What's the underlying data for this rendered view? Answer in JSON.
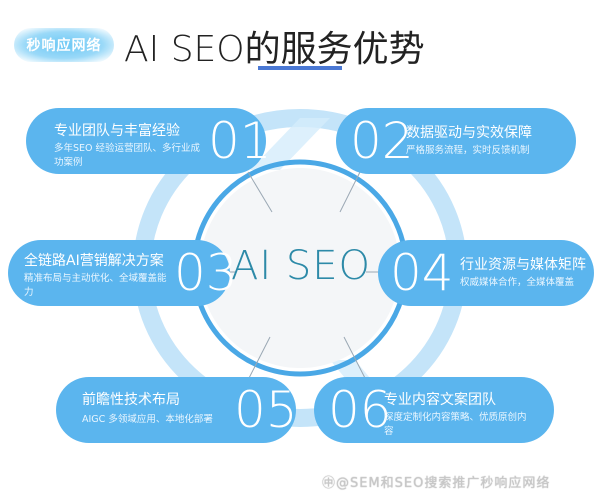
{
  "brand_tag": "秒响应网络",
  "title": "AI SEO的服务优势",
  "center_label": "AI SEO",
  "colors": {
    "pill": "#5bb5ee",
    "ring_light": "#c4e4f9",
    "ring_inner": "#4aa8e6",
    "underline": "#4a78d4",
    "center_text": "#2d8aa8"
  },
  "items": [
    {
      "num": "01",
      "heading": "专业团队与丰富经验",
      "desc": "多年SEO 经验运营团队、多行业成功案例"
    },
    {
      "num": "02",
      "heading": "数据驱动与实效保障",
      "desc": "严格服务流程，实时反馈机制"
    },
    {
      "num": "03",
      "heading": "全链路AI营销解决方案",
      "desc": "精准布局与主动优化、全域覆盖能力"
    },
    {
      "num": "04",
      "heading": "行业资源与媒体矩阵",
      "desc": "权威媒体合作，全媒体覆盖"
    },
    {
      "num": "05",
      "heading": "前瞻性技术布局",
      "desc": "AIGC 多领域应用、本地化部署"
    },
    {
      "num": "06",
      "heading": "专业内容文案团队",
      "desc": "深度定制化内容策略、优质原创内容"
    }
  ],
  "watermark": "㊥@SEM和SEO搜索推广秒响应网络"
}
